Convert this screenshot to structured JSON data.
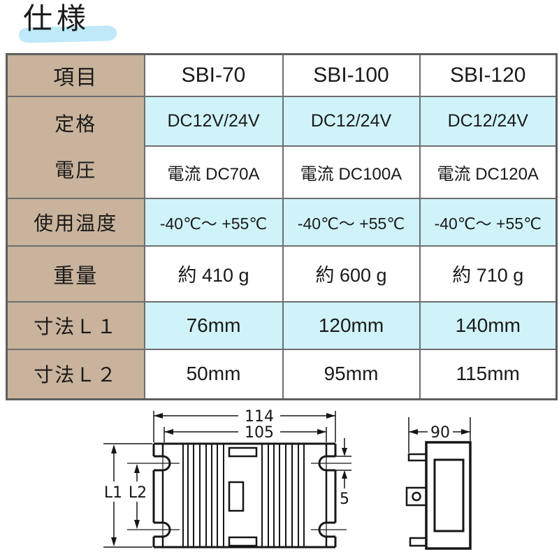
{
  "title": "仕様",
  "table": {
    "header": {
      "item": "項目",
      "models": [
        "SBI-70",
        "SBI-100",
        "SBI-120"
      ]
    },
    "rated": {
      "label": "定格\n電圧",
      "voltage": [
        "DC12V/24V",
        "DC12/24V",
        "DC12/24V"
      ],
      "current": [
        "電流 DC70A",
        "電流 DC100A",
        "電流 DC120A"
      ]
    },
    "temperature": {
      "label": "使用温度",
      "values": [
        "-40℃～ +55℃",
        "-40℃～ +55℃",
        "-40℃～ +55℃"
      ]
    },
    "weight": {
      "label": "重量",
      "values": [
        "約 410 g",
        "約 600 g",
        "約 710 g"
      ]
    },
    "dim_l1": {
      "label": "寸法Ｌ１",
      "values": [
        "76mm",
        "120mm",
        "140mm"
      ]
    },
    "dim_l2": {
      "label": "寸法Ｌ２",
      "values": [
        "50mm",
        "95mm",
        "115mm"
      ]
    }
  },
  "drawing": {
    "width_overall": "114",
    "width_inner": "105",
    "height_l1": "L1",
    "height_l2": "L2",
    "slot_width": "5",
    "side_width": "90"
  },
  "colors": {
    "label_bg": "#c9b39c",
    "row_cyan": "#cff3f8",
    "highlight_blue": "#bfe9f8",
    "border_gray": "#6e6e6e",
    "ink": "#161616"
  }
}
